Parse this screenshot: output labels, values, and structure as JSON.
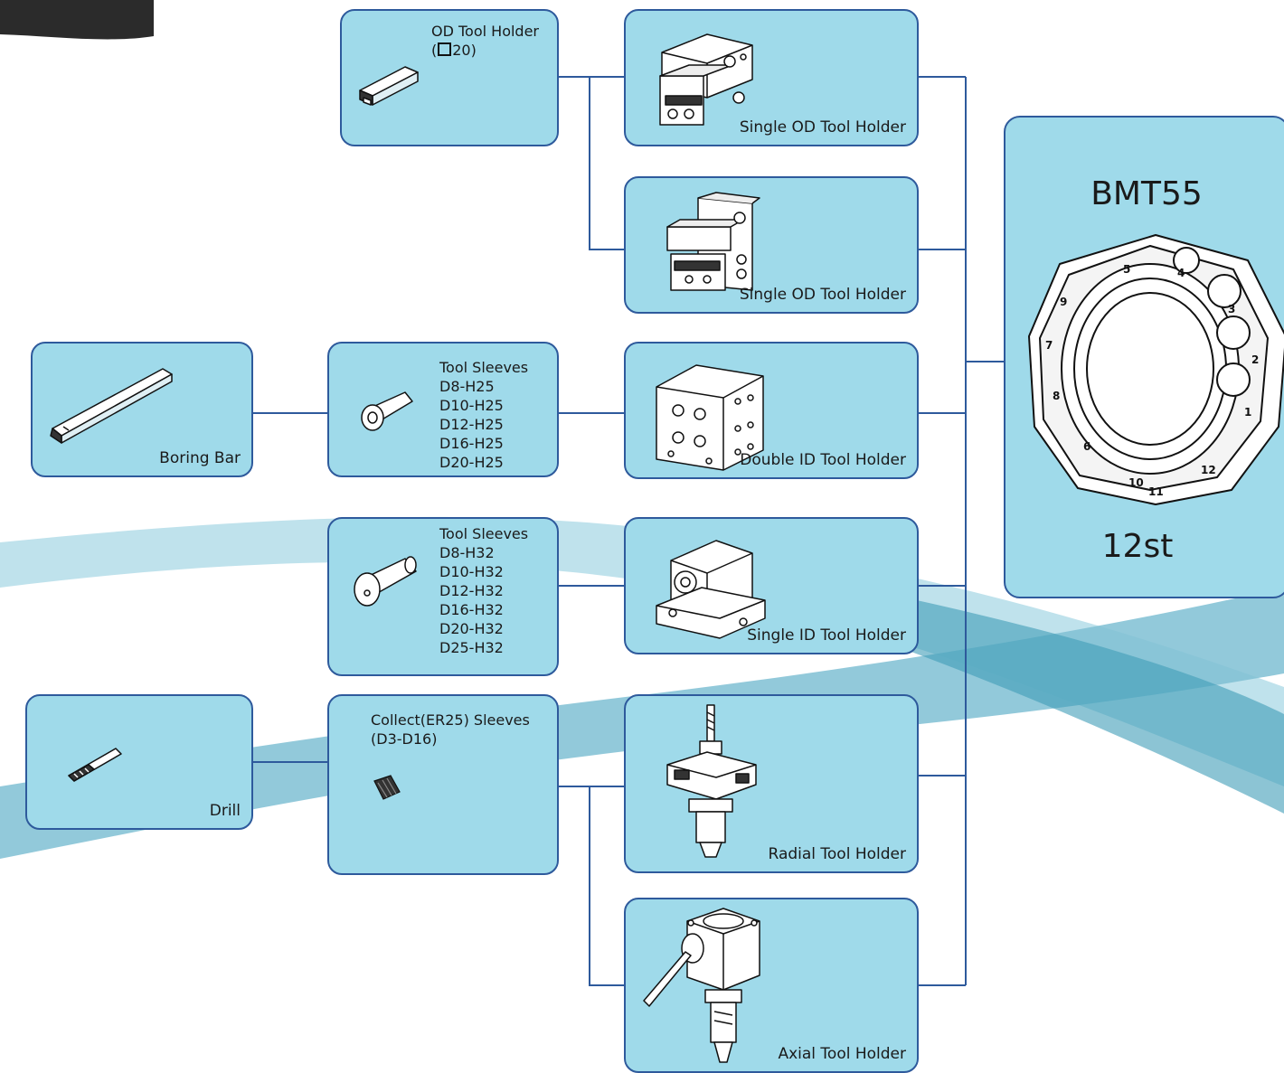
{
  "turret": {
    "model": "BMT55",
    "stations": "12st"
  },
  "holders": {
    "od_tool_holder_a": "Single OD Tool Holder",
    "od_tool_holder_b": "Single OD Tool Holder",
    "double_id": "Double ID Tool Holder",
    "single_id": "Single ID Tool Holder",
    "radial": "Radial Tool Holder",
    "axial": "Axial Tool Holder"
  },
  "od_tool_holder": {
    "line1": "OD Tool Holder",
    "line2_prefix": "(",
    "line2_suffix": "20)"
  },
  "sleeves_h25": {
    "lines": [
      "Tool Sleeves",
      "D8-H25",
      "D10-H25",
      "D12-H25",
      "D16-H25",
      "D20-H25"
    ]
  },
  "sleeves_h32": {
    "lines": [
      "Tool Sleeves",
      "D8-H32",
      "D10-H32",
      "D12-H32",
      "D16-H32",
      "D20-H32",
      "D25-H32"
    ]
  },
  "collet_sleeves": {
    "line1": "Collect(ER25) Sleeves",
    "line2": "(D3-D16)"
  },
  "tools": {
    "boring_bar": "Boring Bar",
    "drill": "Drill"
  },
  "turret_numbers": [
    "1",
    "2",
    "3",
    "4",
    "5",
    "6",
    "7",
    "8",
    "9",
    "10",
    "11",
    "12"
  ],
  "colors": {
    "box_fill": "#9fdaea",
    "box_border": "#2e5a9c",
    "wave_light": "#9fd0df",
    "wave_dark": "#3d9ab6"
  }
}
